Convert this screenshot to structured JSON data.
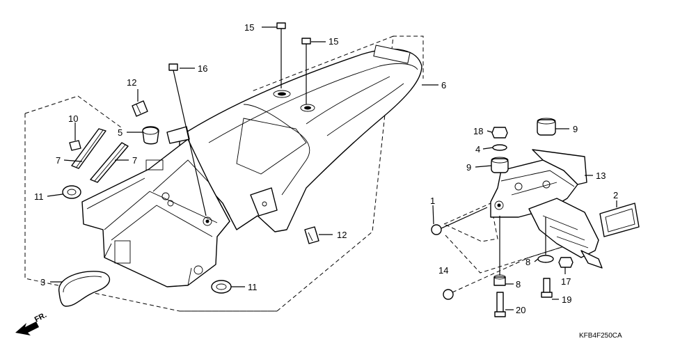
{
  "diagram": {
    "code": "KFB4F250CA",
    "direction_label": "FR.",
    "callouts": [
      "15",
      "15",
      "16",
      "12",
      "6",
      "10",
      "5",
      "7",
      "7",
      "11",
      "18",
      "9",
      "4",
      "9",
      "13",
      "2",
      "1",
      "12",
      "14",
      "8",
      "8",
      "17",
      "3",
      "11",
      "19",
      "20"
    ]
  }
}
